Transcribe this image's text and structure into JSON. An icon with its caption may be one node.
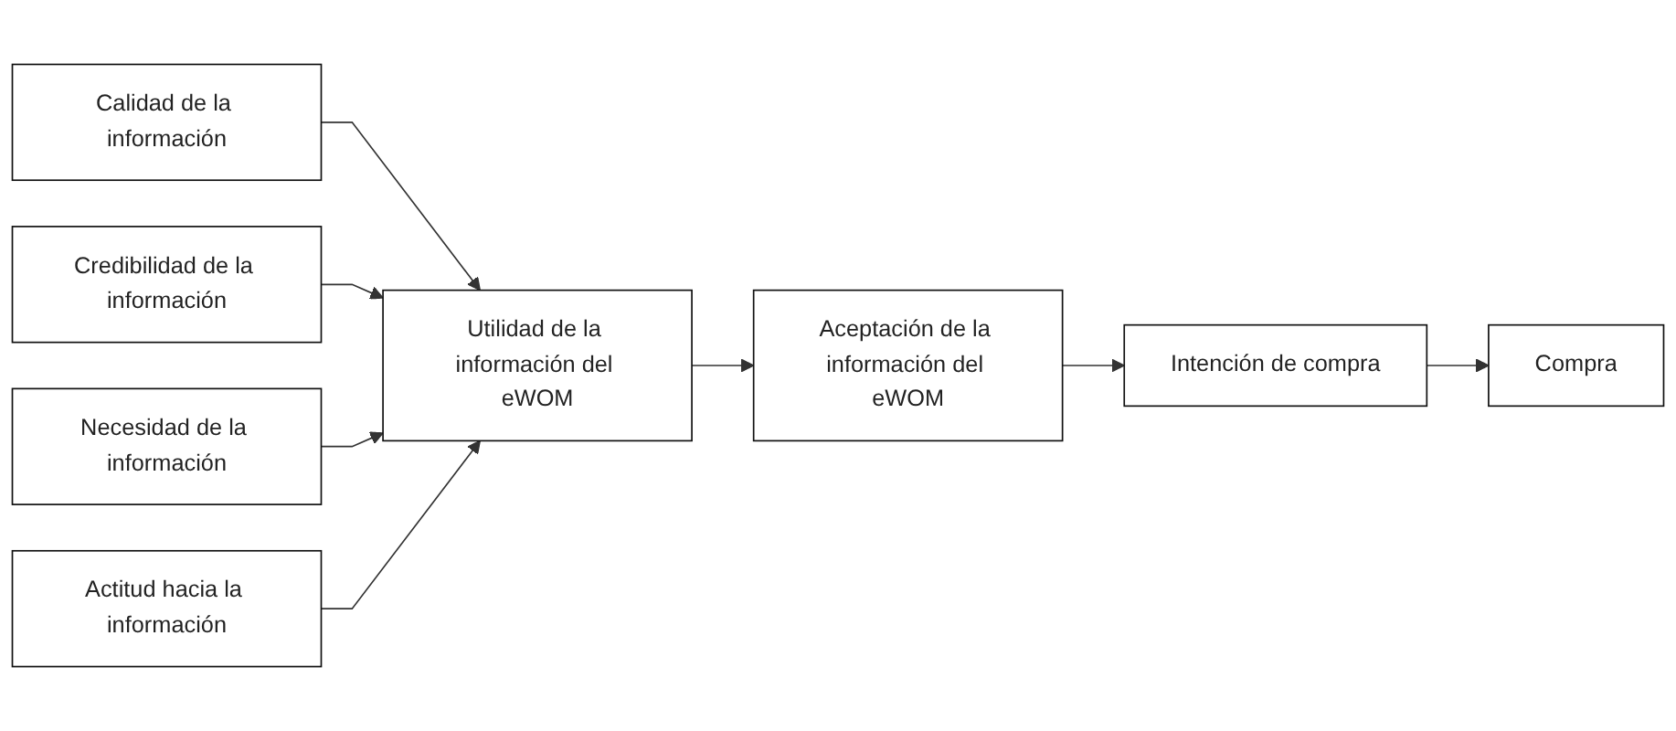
{
  "diagram": {
    "nodes": [
      {
        "text": [
          "Calidad de la información"
        ]
      },
      {
        "text": [
          "Credibilidad de la información"
        ]
      },
      {
        "text": [
          "Necesidad de la información"
        ]
      },
      {
        "text": [
          "Actitud hacia la información"
        ]
      },
      {
        "text": [
          "Utilidad de la información del eWOM"
        ]
      },
      {
        "text": [
          "Aceptación de la información del eWOM"
        ]
      },
      {
        "text": [
          "Intención de compra"
        ]
      },
      {
        "text": [
          "Compra"
        ]
      }
    ],
    "edges": [
      {
        "from": 0,
        "to": 4,
        "arrow": "to"
      },
      {
        "from": 1,
        "to": 4,
        "arrow": "to"
      },
      {
        "from": 2,
        "to": 4,
        "arrow": "to"
      },
      {
        "from": 3,
        "to": 4,
        "arrow": "to"
      },
      {
        "from": 4,
        "to": 5,
        "arrow": "to"
      },
      {
        "from": 5,
        "to": 6,
        "arrow": "to"
      },
      {
        "from": 6,
        "to": 7,
        "arrow": "to"
      }
    ]
  }
}
